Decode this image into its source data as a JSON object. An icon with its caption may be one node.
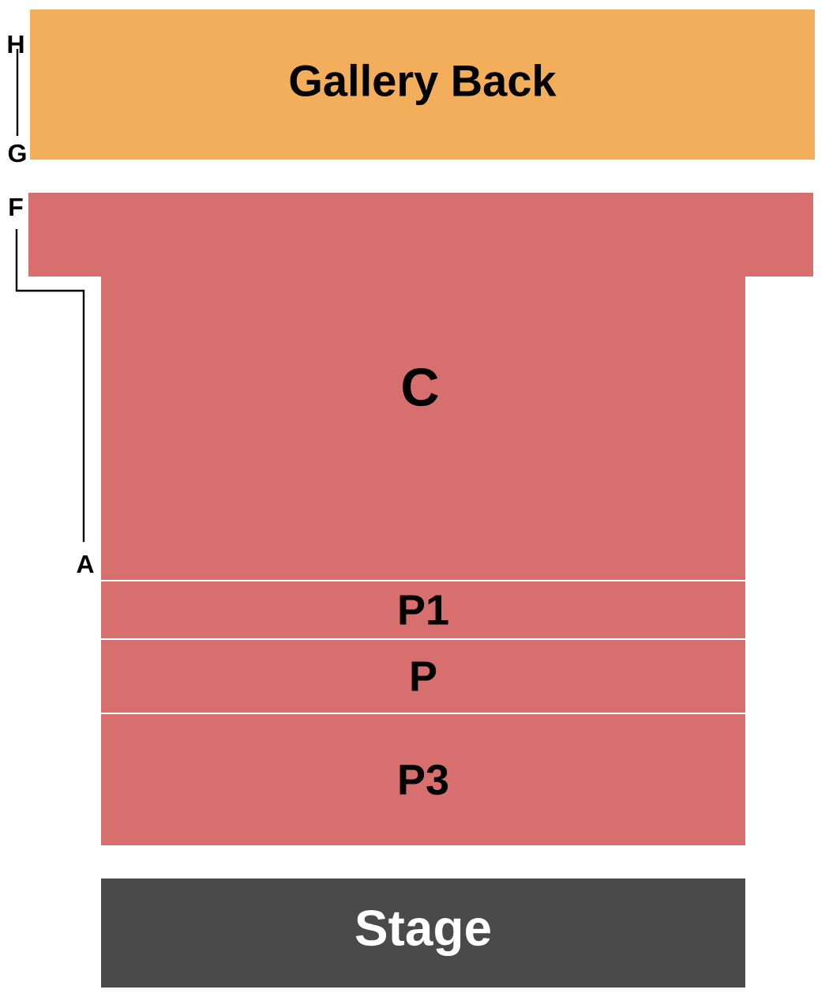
{
  "diagram": {
    "nodes": [
      {
        "text": [
          "Gallery Back"
        ],
        "beside": [
          "H",
          "G"
        ]
      },
      {
        "text": [
          "C"
        ],
        "beside": [
          "F",
          "A"
        ]
      },
      {
        "text": [
          "P1"
        ]
      },
      {
        "text": [
          "P"
        ]
      },
      {
        "text": [
          "P3"
        ]
      },
      {
        "text": [
          "Stage"
        ]
      }
    ]
  }
}
